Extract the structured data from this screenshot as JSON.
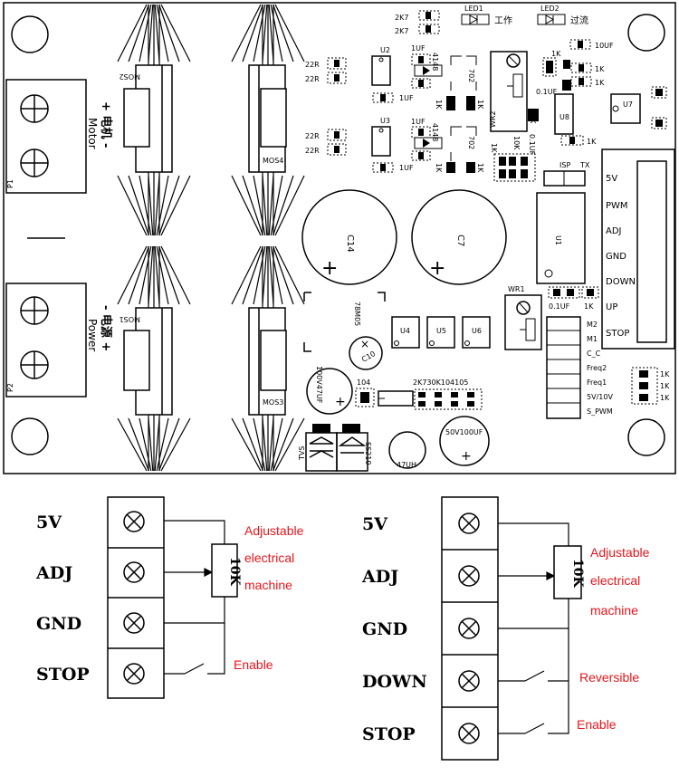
{
  "board": {
    "mos": [
      "MOS2",
      "MOS4",
      "MOS1",
      "MOS3"
    ],
    "motor_label": "+ 电机 -",
    "motor_label_en": "Motor",
    "power_label": "- 电源 +",
    "power_label_en": "Power",
    "p1": "P1",
    "p2": "P2",
    "led1": "LED1",
    "led2": "LED2",
    "led1_text": "工作",
    "led2_text": "过流",
    "u2": "U2",
    "u3": "U3",
    "u8": "U8",
    "u7": "U7",
    "u1": "U1",
    "u4": "U4",
    "u5": "U5",
    "u6": "U6",
    "wr1": "WR1",
    "wr2": "WR2",
    "c14": "C14",
    "c7": "C7",
    "c10": "C10",
    "r22a": "22R",
    "r22b": "22R",
    "r22c": "22R",
    "r22d": "22R",
    "r2k7a": "2K7",
    "r2k7b": "2K7",
    "c1ufa": "1UF",
    "c1ufb": "1UF",
    "c1ufc": "1UF",
    "c1ufd": "1UF",
    "d4148a": "4148",
    "d4148b": "4148",
    "q702a": "702",
    "q702b": "702",
    "r1ka": "1K",
    "r1kb": "1K",
    "r1kc": "1K",
    "r1kd": "1K",
    "r1ke": "1K",
    "r1kf": "1K",
    "r1kg": "1K",
    "r1kh": "1K",
    "r1ki": "1K",
    "r10k": "10K",
    "r47k": "47K",
    "c01ufa": "0.1UF",
    "c01ufb": "0.1UF",
    "c01ufc": "0.1UF",
    "c10uf": "10UF",
    "isp": "ISP",
    "tx": "TX",
    "ic78m05": "78M05",
    "cap100v": "100V47UF",
    "c104": "104",
    "row_values": "2K730K104105",
    "cap50v": "50V100UF",
    "ind47": "47UH",
    "tvs": "TVS",
    "ss210": "SS210",
    "right_pins": [
      "5V",
      "PWM",
      "ADJ",
      "GND",
      "DOWN",
      "UP",
      "STOP"
    ],
    "jumper_labels": [
      "M2",
      "M1",
      "C_C",
      "Freq2",
      "Freq1",
      "5V/10V",
      "S_PWM"
    ],
    "side_1k": [
      "1K",
      "1K",
      "1K"
    ]
  },
  "left_diagram": {
    "pins": [
      "5V",
      "ADJ",
      "GND",
      "STOP"
    ],
    "pot": "10K",
    "note1": [
      "Adjustable",
      "electrical",
      "machine"
    ],
    "note2": "Enable"
  },
  "right_diagram": {
    "pins": [
      "5V",
      "ADJ",
      "GND",
      "DOWN",
      "STOP"
    ],
    "pot": "10K",
    "note1": [
      "Adjustable",
      "electrical",
      "machine"
    ],
    "note2": "Reversible",
    "note3": "Enable"
  }
}
